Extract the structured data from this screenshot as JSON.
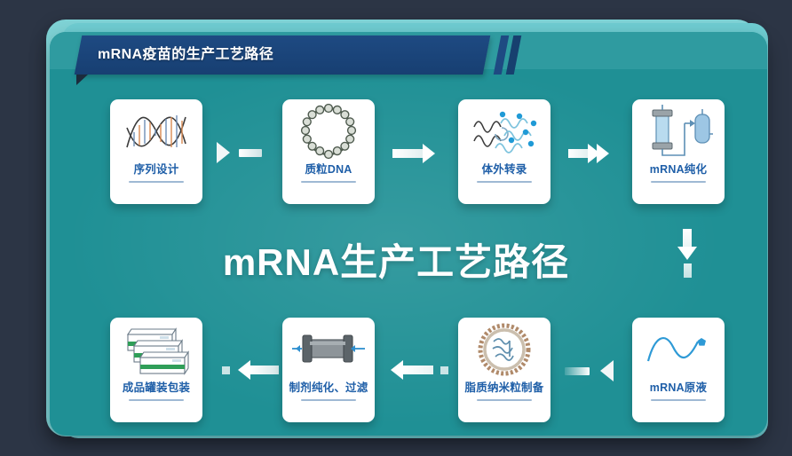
{
  "banner": {
    "title": "mRNA疫苗的生产工艺路径"
  },
  "headline": "mRNA生产工艺路径",
  "steps_top": [
    {
      "label": "序列设计",
      "icon": "dna-helix-icon"
    },
    {
      "label": "质粒DNA",
      "icon": "plasmid-ring-icon"
    },
    {
      "label": "体外转录",
      "icon": "transcription-strands-icon"
    },
    {
      "label": "mRNA纯化",
      "icon": "chromatography-column-icon"
    }
  ],
  "steps_bottom": [
    {
      "label": "成品罐装包装",
      "icon": "packaged-boxes-icon"
    },
    {
      "label": "制剂纯化、过滤",
      "icon": "filter-cartridge-icon"
    },
    {
      "label": "脂质纳米粒制备",
      "icon": "lipid-nanoparticle-icon"
    },
    {
      "label": "mRNA原液",
      "icon": "mrna-strand-icon"
    }
  ],
  "colors": {
    "background": "#2c3545",
    "panel": "#1f9095",
    "panel_back": "#7fd3d6",
    "banner": "#1e4a82",
    "card": "#ffffff",
    "label": "#1f5fa8",
    "arrow": "#ffffff"
  }
}
